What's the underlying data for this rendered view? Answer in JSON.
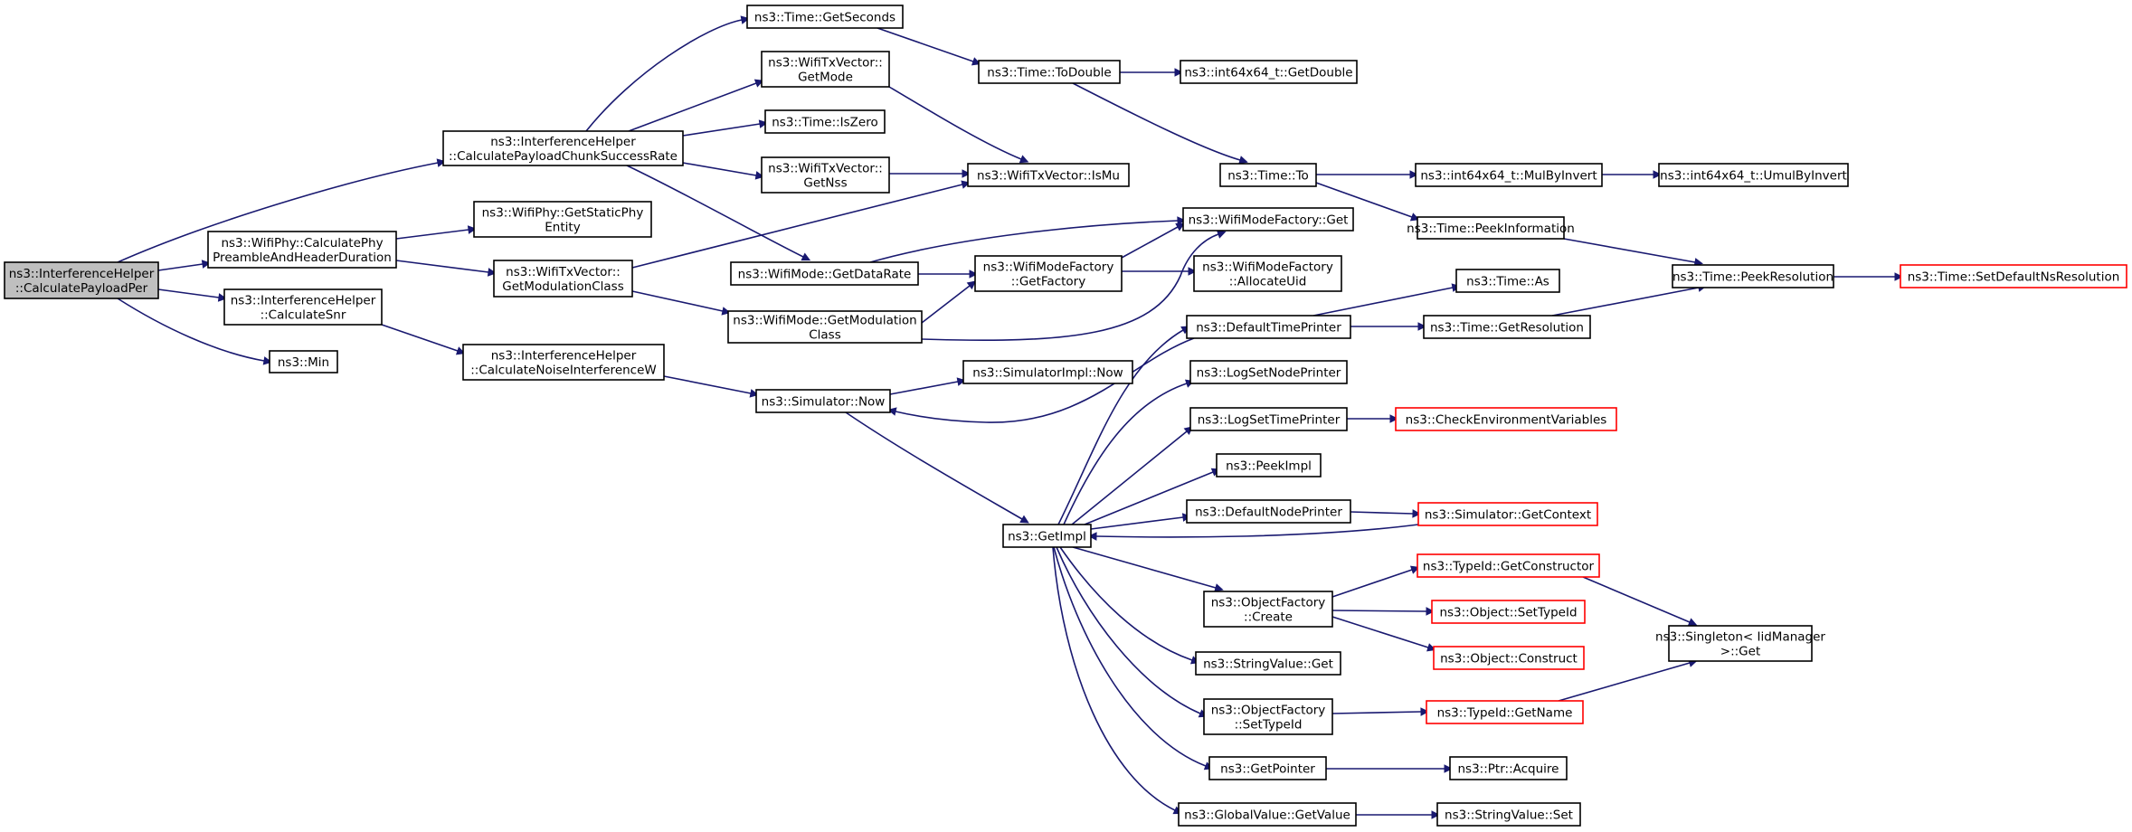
{
  "nodes": [
    {
      "id": "root",
      "lines": [
        "ns3::InterferenceHelper",
        "::CalculatePayloadPer"
      ],
      "style": "gray"
    },
    {
      "id": "chunk",
      "lines": [
        "ns3::InterferenceHelper",
        "::CalculatePayloadChunkSuccessRate"
      ]
    },
    {
      "id": "calcphy",
      "lines": [
        "ns3::WifiPhy::CalculatePhy",
        "PreambleAndHeaderDuration"
      ]
    },
    {
      "id": "snr",
      "lines": [
        "ns3::InterferenceHelper",
        "::CalculateSnr"
      ]
    },
    {
      "id": "min",
      "lines": [
        "ns3::Min"
      ]
    },
    {
      "id": "getseconds",
      "lines": [
        "ns3::Time::GetSeconds"
      ]
    },
    {
      "id": "getmode",
      "lines": [
        "ns3::WifiTxVector::",
        "GetMode"
      ]
    },
    {
      "id": "iszero",
      "lines": [
        "ns3::Time::IsZero"
      ]
    },
    {
      "id": "getnss",
      "lines": [
        "ns3::WifiTxVector::",
        "GetNss"
      ]
    },
    {
      "id": "staticphy",
      "lines": [
        "ns3::WifiPhy::GetStaticPhy",
        "Entity"
      ]
    },
    {
      "id": "modclass",
      "lines": [
        "ns3::WifiTxVector::",
        "GetModulationClass"
      ]
    },
    {
      "id": "noise",
      "lines": [
        "ns3::InterferenceHelper",
        "::CalculateNoiseInterferenceW"
      ]
    },
    {
      "id": "todouble",
      "lines": [
        "ns3::Time::ToDouble"
      ]
    },
    {
      "id": "ismu",
      "lines": [
        "ns3::WifiTxVector::IsMu"
      ]
    },
    {
      "id": "datarate",
      "lines": [
        "ns3::WifiMode::GetDataRate"
      ]
    },
    {
      "id": "modeclass",
      "lines": [
        "ns3::WifiMode::GetModulation",
        "Class"
      ]
    },
    {
      "id": "getdouble",
      "lines": [
        "ns3::int64x64_t::GetDouble"
      ]
    },
    {
      "id": "timeto",
      "lines": [
        "ns3::Time::To"
      ]
    },
    {
      "id": "factoryget",
      "lines": [
        "ns3::WifiModeFactory::Get"
      ]
    },
    {
      "id": "getfactory",
      "lines": [
        "ns3::WifiModeFactory",
        "::GetFactory"
      ]
    },
    {
      "id": "allocuid",
      "lines": [
        "ns3::WifiModeFactory",
        "::AllocateUid"
      ]
    },
    {
      "id": "mulbyinvert",
      "lines": [
        "ns3::int64x64_t::MulByInvert"
      ]
    },
    {
      "id": "umulbyinvert",
      "lines": [
        "ns3::int64x64_t::UmulByInvert"
      ]
    },
    {
      "id": "peekinfo",
      "lines": [
        "ns3::Time::PeekInformation"
      ]
    },
    {
      "id": "peekres",
      "lines": [
        "ns3::Time::PeekResolution"
      ]
    },
    {
      "id": "setdefres",
      "lines": [
        "ns3::Time::SetDefaultNsResolution"
      ],
      "style": "red"
    },
    {
      "id": "timeas",
      "lines": [
        "ns3::Time::As"
      ]
    },
    {
      "id": "defaulttime",
      "lines": [
        "ns3::DefaultTimePrinter"
      ]
    },
    {
      "id": "getres",
      "lines": [
        "ns3::Time::GetResolution"
      ]
    },
    {
      "id": "simimplnow",
      "lines": [
        "ns3::SimulatorImpl::Now"
      ]
    },
    {
      "id": "simnow",
      "lines": [
        "ns3::Simulator::Now"
      ]
    },
    {
      "id": "logsetnode",
      "lines": [
        "ns3::LogSetNodePrinter"
      ]
    },
    {
      "id": "logsettime",
      "lines": [
        "ns3::LogSetTimePrinter"
      ]
    },
    {
      "id": "checkenv",
      "lines": [
        "ns3::CheckEnvironmentVariables"
      ],
      "style": "red"
    },
    {
      "id": "peekimpl",
      "lines": [
        "ns3::PeekImpl"
      ]
    },
    {
      "id": "defaultnode",
      "lines": [
        "ns3::DefaultNodePrinter"
      ]
    },
    {
      "id": "getcontext",
      "lines": [
        "ns3::Simulator::GetContext"
      ],
      "style": "red"
    },
    {
      "id": "getimpl",
      "lines": [
        "ns3::GetImpl"
      ]
    },
    {
      "id": "getconstructor",
      "lines": [
        "ns3::TypeId::GetConstructor"
      ],
      "style": "red"
    },
    {
      "id": "objcreate",
      "lines": [
        "ns3::ObjectFactory",
        "::Create"
      ]
    },
    {
      "id": "settypeid",
      "lines": [
        "ns3::Object::SetTypeId"
      ],
      "style": "red"
    },
    {
      "id": "construct",
      "lines": [
        "ns3::Object::Construct"
      ],
      "style": "red"
    },
    {
      "id": "singleton",
      "lines": [
        "ns3::Singleton< IidManager",
        ">::Get"
      ]
    },
    {
      "id": "stringget",
      "lines": [
        "ns3::StringValue::Get"
      ]
    },
    {
      "id": "objsettype",
      "lines": [
        "ns3::ObjectFactory",
        "::SetTypeId"
      ]
    },
    {
      "id": "getname",
      "lines": [
        "ns3::TypeId::GetName"
      ],
      "style": "red"
    },
    {
      "id": "getpointer",
      "lines": [
        "ns3::GetPointer"
      ]
    },
    {
      "id": "ptracquire",
      "lines": [
        "ns3::Ptr::Acquire"
      ]
    },
    {
      "id": "globalget",
      "lines": [
        "ns3::GlobalValue::GetValue"
      ]
    },
    {
      "id": "stringset",
      "lines": [
        "ns3::StringValue::Set"
      ]
    }
  ]
}
